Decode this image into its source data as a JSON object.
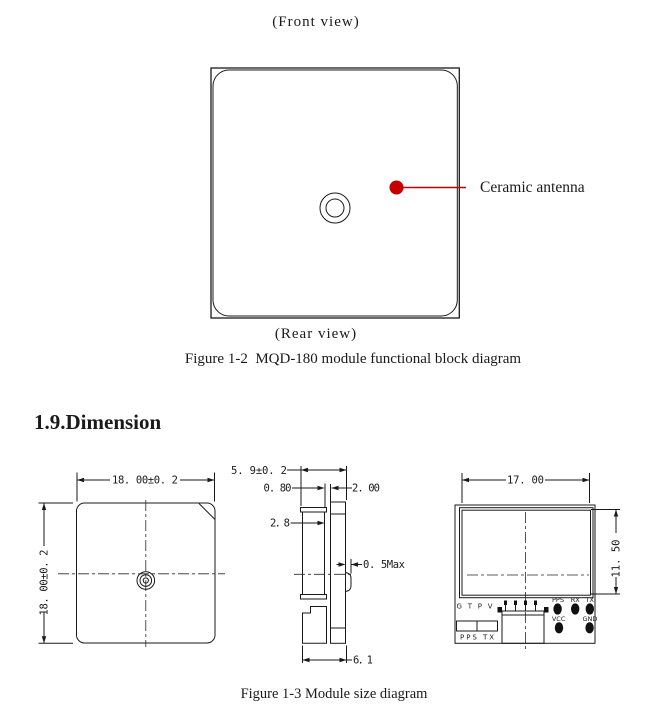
{
  "figure_block": {
    "front_view_label": "(Front view)",
    "rear_view_label": "(Rear view)",
    "annotation_label": "Ceramic antenna",
    "caption": "Figure 1-2  MQD-180 module functional block diagram",
    "accent_color": "#c40000"
  },
  "section": {
    "heading": "1.9.Dimension"
  },
  "size_figure": {
    "caption": "Figure 1-3 Module size diagram",
    "front_drawing": {
      "width_dim": "18. 00±0. 2",
      "height_dim": "18. 00±0. 2"
    },
    "side_drawing": {
      "overall_dim": "5. 9±0. 2",
      "gap_dim": "0. 80",
      "pcb_dim": "2. 00",
      "ceramic_dim": "2. 8",
      "protrusion_dim": "0. 5Max",
      "bottom_dim": "6. 1"
    },
    "rear_drawing": {
      "width_dim": "17. 00",
      "height_dim": "11. 50",
      "silk_row": "G T P V",
      "pad_labels_top": [
        "PPS",
        "RX",
        "TX"
      ],
      "pad_labels_mid": [
        "VCC",
        "GND"
      ],
      "silk_bottom": "PPS  TX"
    }
  }
}
